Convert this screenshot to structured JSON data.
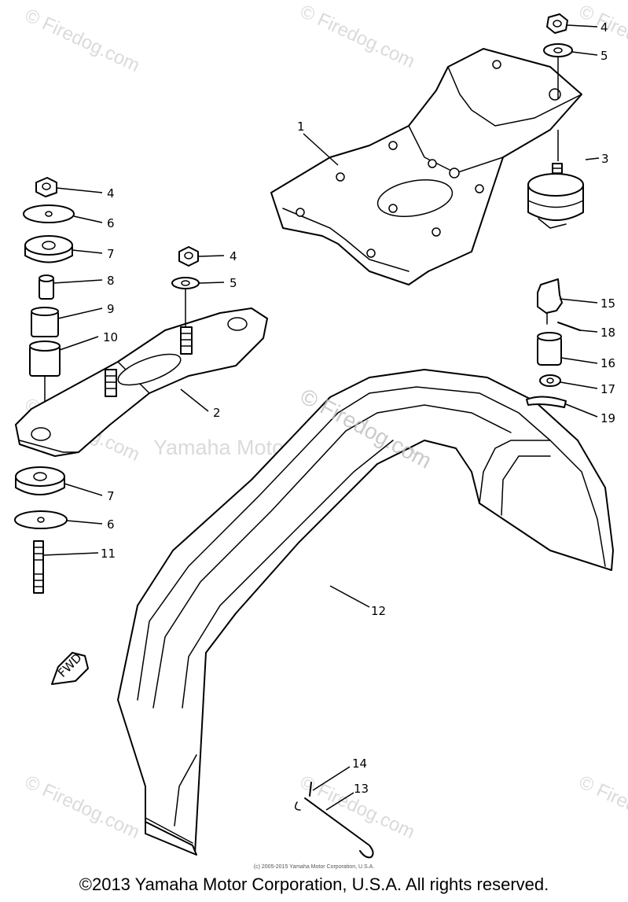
{
  "watermarks": {
    "firedog_main": "© Firedog.com",
    "firedog_corner": "© Firedog.com",
    "yamaha_center": "Yamaha Motor Corp., U.S.A."
  },
  "fwd_label": "FWD",
  "callouts": {
    "c1": "1",
    "c2": "2",
    "c3": "3",
    "c4a": "4",
    "c4b": "4",
    "c4c": "4",
    "c5a": "5",
    "c5b": "5",
    "c6a": "6",
    "c6b": "6",
    "c7a": "7",
    "c7b": "7",
    "c8": "8",
    "c9": "9",
    "c10": "10",
    "c11": "11",
    "c12": "12",
    "c13": "13",
    "c14": "14",
    "c15": "15",
    "c16": "16",
    "c17": "17",
    "c18": "18",
    "c19": "19"
  },
  "footer": {
    "small": "(c) 2005-2015 Yamaha Motor Corporation, U.S.A.",
    "copyright": "©2013 Yamaha Motor Corporation, U.S.A. All rights reserved."
  }
}
